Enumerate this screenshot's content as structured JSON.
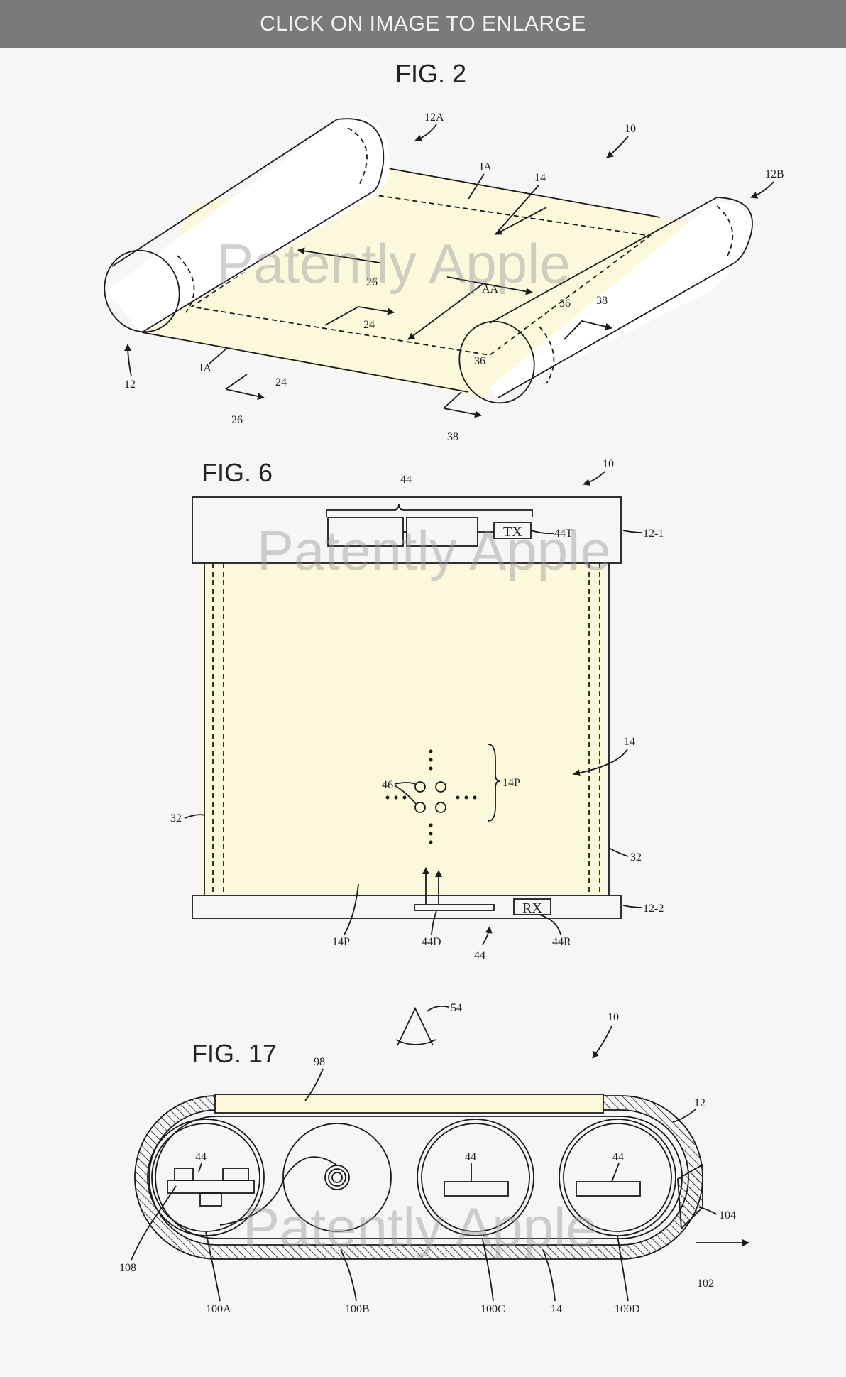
{
  "banner": {
    "text": "CLICK ON IMAGE TO ENLARGE"
  },
  "watermark": "Patently Apple",
  "colors": {
    "banner_bg": "#7a7a7a",
    "screen_fill": "#fbf8dc",
    "background": "#f6f6f6"
  },
  "fig2": {
    "title": "FIG. 2",
    "labels": {
      "l12A": "12A",
      "l10": "10",
      "lIA_top": "IA",
      "l14": "14",
      "l12B": "12B",
      "l26": "26",
      "l24": "24",
      "lAA": "AA",
      "l36": "36",
      "l38": "38",
      "lIA_bot": "IA",
      "l12": "12",
      "l24b": "24",
      "l26b": "26",
      "l36b": "36",
      "l38b": "38"
    }
  },
  "fig6": {
    "title": "FIG. 6",
    "labels": {
      "l10": "10",
      "l44": "44",
      "tx": "TX",
      "l44T": "44T",
      "l12_1": "12-1",
      "l14": "14",
      "l46": "46",
      "l14P_r": "14P",
      "l32_l": "32",
      "l32_r": "32",
      "rx": "RX",
      "l12_2": "12-2",
      "l14P_b": "14P",
      "l44D": "44D",
      "l44_b": "44",
      "l44R": "44R"
    }
  },
  "fig17": {
    "title": "FIG. 17",
    "labels": {
      "l54": "54",
      "l10": "10",
      "l98": "98",
      "l12": "12",
      "l44a": "44",
      "l44c": "44",
      "l44d": "44",
      "l104": "104",
      "l102": "102",
      "l108": "108",
      "l100A": "100A",
      "l100B": "100B",
      "l100C": "100C",
      "l14": "14",
      "l100D": "100D"
    }
  }
}
